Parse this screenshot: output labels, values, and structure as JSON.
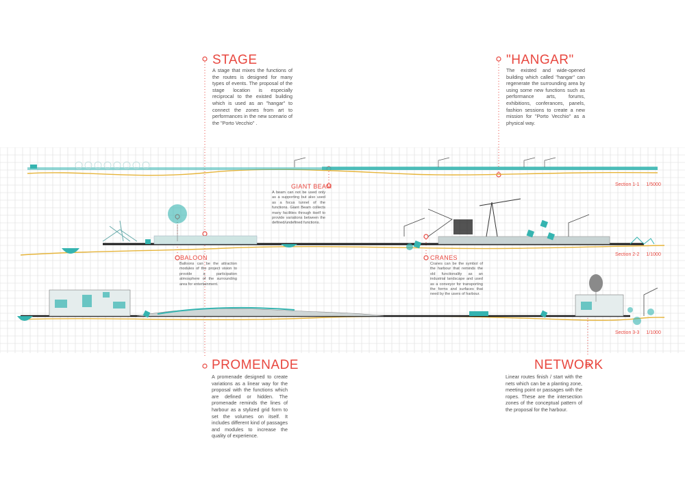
{
  "stage": {
    "title": "STAGE",
    "text": "A stage that mixes the functions of the routes is designed for many types of events. The proposal of the stage location is especially reciprocal to the existed building which is used as an \"hangar\" to connect the zones from art to performances in the new scenario of the \"Porto Vecchio\" ."
  },
  "hangar": {
    "title": "\"HANGAR\"",
    "text": "The existed and wide-opened building which called \"hangar\" can regenerate the surrounding area by using some new functions such as performance arts, forums, exhibitions, conferances, panels, fashion sessions to create a new mission for \"Porto Vecchio\" as a physical way."
  },
  "giant_beam": {
    "title": "GIANT BEAM",
    "text": "A beam can not be used only as a supporting but also used as a focus tunnel of the functions. Giant Beam collects many facilities through itself to provide variations between the defined/undefined functions."
  },
  "baloon": {
    "title": "BALOON",
    "text": "Balloons can be the attraction modules of the project vision to provide a participation atmosphere of the surrounding area for entertainment."
  },
  "cranes": {
    "title": "CRANES",
    "text": "Cranes can be the symbol of the harbour that reminds the old functionality as an industrial landscape and used as a conveyor for transporting the forms and surfaces that need by the users of harbour."
  },
  "promenade": {
    "title": "PROMENADE",
    "text": "A promenade designed to create variations as a linear way for the proposal with the functions which are defined or hidden. The promenade reminds the lines of harbour as a stylized grid form to set the volumes on itself. It includes different kind of passages and modules to increase the quality of experience."
  },
  "network": {
    "title": "NETWORK",
    "text": "Linear routes finish / start with the nets which can be a planting zone, meeting point or passages with the ropes. These are the intersection zones of the conceptual pattern of the proposal for the harbour."
  },
  "sections": [
    {
      "name": "Section 1-1",
      "scale": "1/5000"
    },
    {
      "name": "Section 2-2",
      "scale": "1/1000"
    },
    {
      "name": "Section 3-3",
      "scale": "1/1000"
    }
  ],
  "colors": {
    "accent": "#e8473f",
    "teal": "#35b4b0",
    "ground": "#e6b43a",
    "grid": "#dcdcdc",
    "black": "#1a1a1a"
  }
}
